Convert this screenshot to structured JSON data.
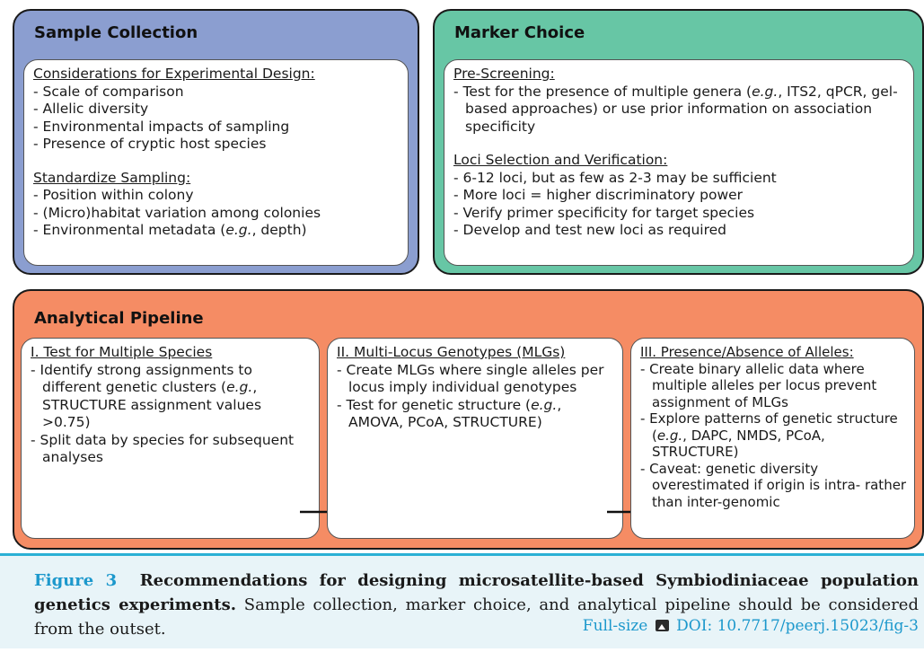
{
  "colors": {
    "sample_panel": "#8b9ed0",
    "marker_panel": "#67c6a5",
    "pipeline_panel": "#f58c64",
    "caption_accent": "#1c98cc"
  },
  "sample_collection": {
    "title": "Sample Collection",
    "design_header": "Considerations for Experimental Design:",
    "design_items": [
      "- Scale of comparison",
      "- Allelic diversity",
      "- Environmental impacts of sampling",
      "- Presence of cryptic host species"
    ],
    "standardize_header": "Standardize Sampling:",
    "standardize_items": [
      "- Position within colony",
      "- (Micro)habitat variation among colonies",
      "- Environmental metadata (e.g., depth)"
    ]
  },
  "marker_choice": {
    "title": "Marker Choice",
    "prescreen_header": "Pre-Screening:",
    "prescreen_items": [
      "- Test for the presence of multiple genera (e.g., ITS2, qPCR, gel-based approaches) or use prior information on association specificity"
    ],
    "loci_header": "Loci Selection and Verification:",
    "loci_items": [
      "- 6-12 loci, but as few as 2-3 may be sufficient",
      "- More loci = higher discriminatory power",
      "- Verify primer specificity for target species",
      "- Develop and test new loci as required"
    ]
  },
  "pipeline": {
    "title": "Analytical Pipeline",
    "step1": {
      "header": "I. Test for Multiple Species",
      "items": [
        "- Identify strong assignments to different genetic clusters (e.g., STRUCTURE assignment values >0.75)",
        "- Split data by species for subsequent analyses"
      ]
    },
    "step2": {
      "header": "II. Multi-Locus Genotypes (MLGs)",
      "items": [
        "- Create MLGs where single alleles per locus imply individual genotypes",
        "- Test for genetic structure (e.g., AMOVA, PCoA, STRUCTURE)"
      ]
    },
    "step3": {
      "header": "III. Presence/Absence of Alleles:",
      "items": [
        "- Create binary allelic data where multiple alleles per locus prevent assignment of MLGs",
        "- Explore patterns of genetic structure (e.g., DAPC, NMDS, PCoA, STRUCTURE)",
        "- Caveat: genetic diversity overestimated if origin is intra- rather than inter-genomic"
      ]
    }
  },
  "caption": {
    "figure_number": "Figure 3",
    "title": "Recommendations for designing microsatellite-based Symbiodiniaceae population genetics experiments.",
    "text": "Sample collection, marker choice, and analytical pipeline should be considered from the outset.",
    "full_size_label": "Full-size",
    "doi_label": "DOI: 10.7717/peerj.15023/fig-3"
  }
}
